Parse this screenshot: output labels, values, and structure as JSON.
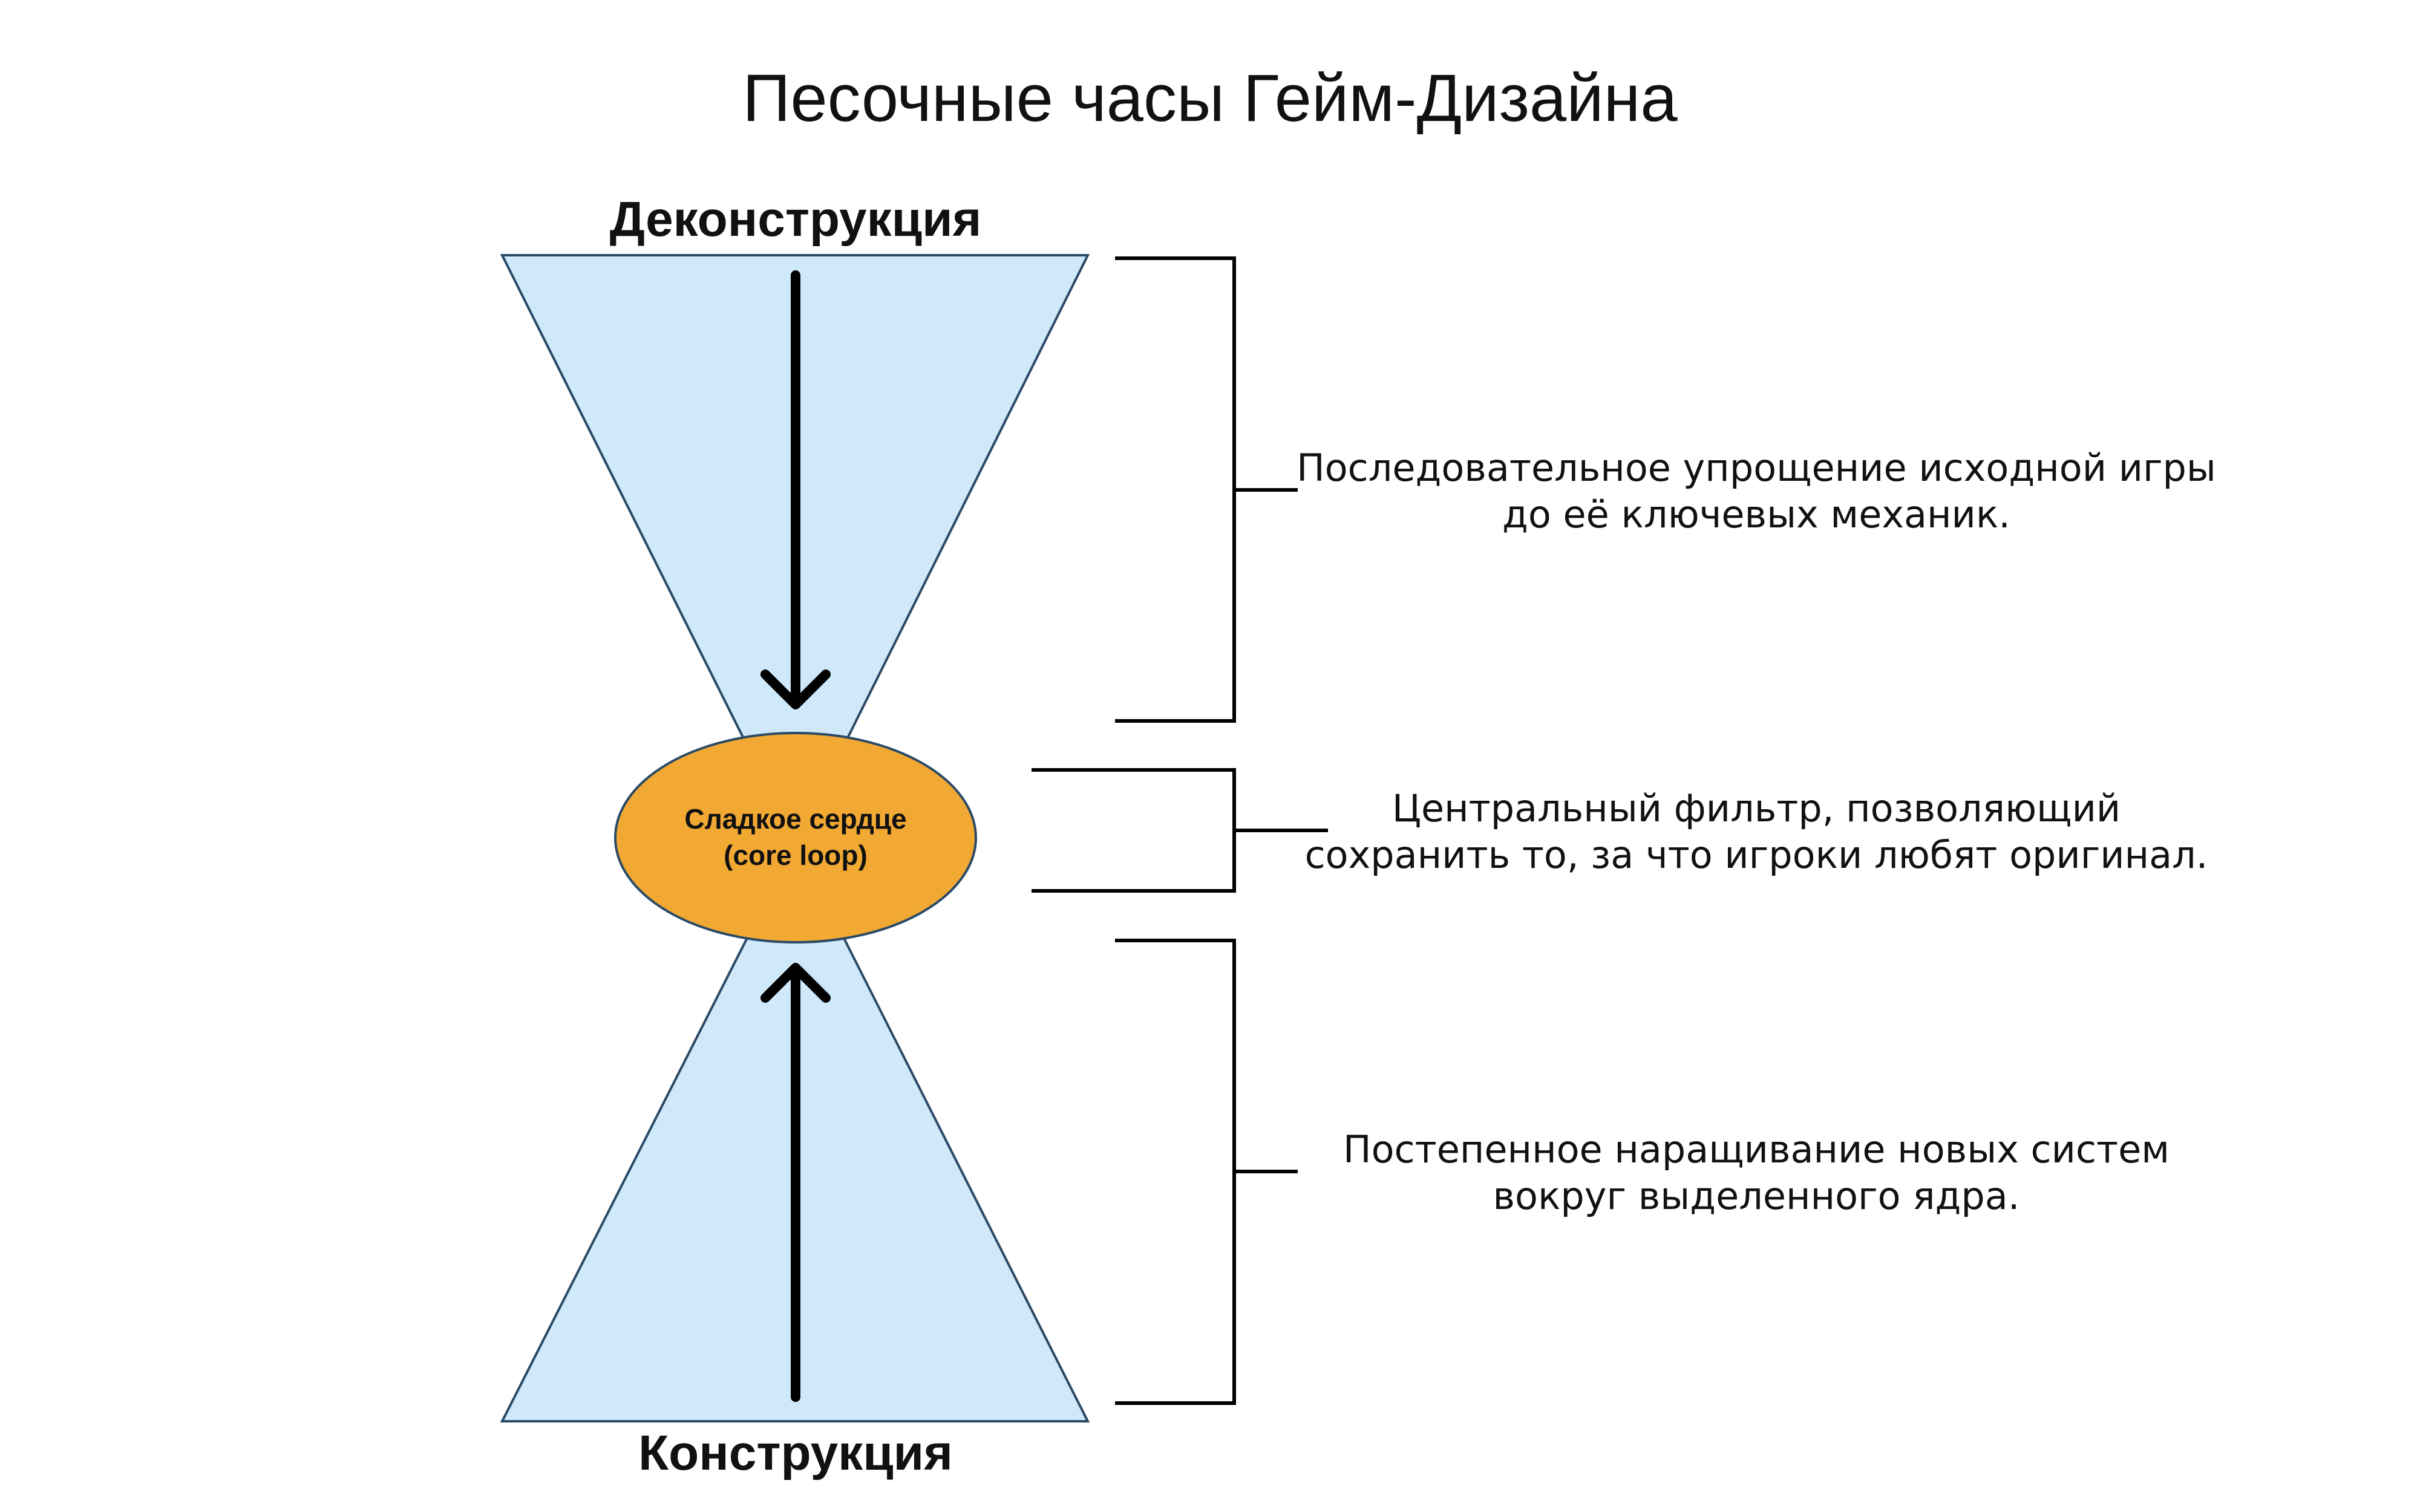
{
  "title": "Песочные часы Гейм-Дизайна",
  "top_label": "Деконструкция",
  "bottom_label": "Конструкция",
  "core": {
    "line1": "Сладкое сердце",
    "line2": "(core loop)"
  },
  "descriptions": {
    "deconstruction": {
      "line1": "Последовательное упрощение исходной игры",
      "line2": "до её ключевых механик."
    },
    "filter": {
      "line1": "Центральный фильтр, позволяющий",
      "line2": "сохранить то, за что игроки любят оригинал."
    },
    "construction": {
      "line1": "Постепенное наращивание новых систем",
      "line2": "вокруг выделенного ядра."
    }
  },
  "colors": {
    "glass_fill": "#cfe8fa",
    "glass_stroke": "#2b4a66",
    "core_fill": "#f2a933",
    "core_stroke": "#2b4a66",
    "arrow": "#000000",
    "bracket": "#000000"
  }
}
